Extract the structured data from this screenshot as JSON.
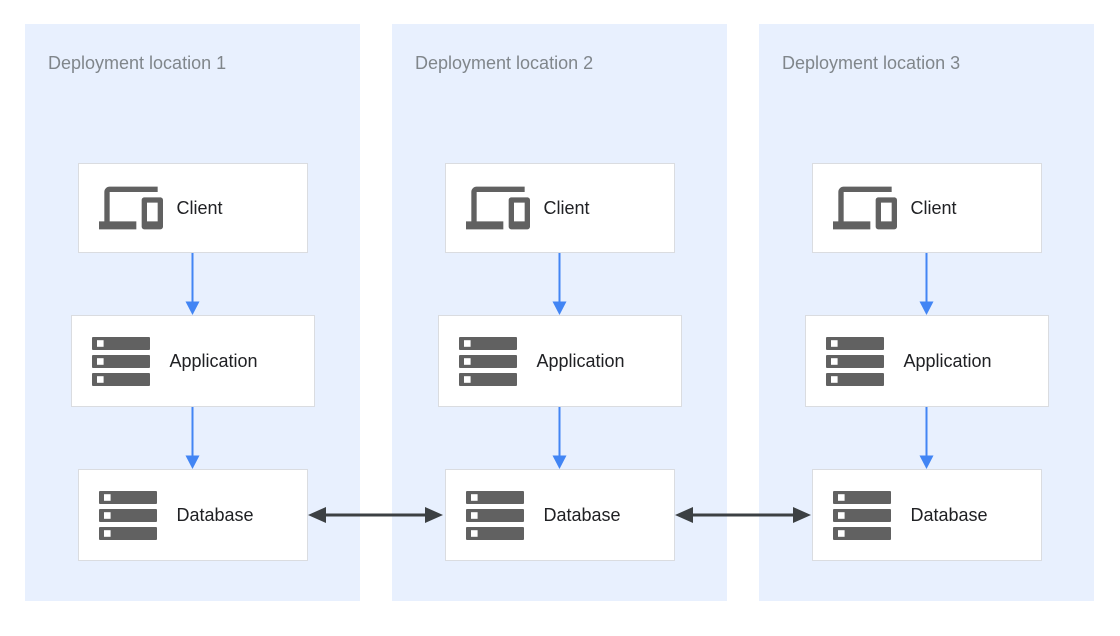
{
  "panels": [
    {
      "title": "Deployment location 1",
      "nodes": [
        {
          "label": "Client",
          "icon": "devices-icon"
        },
        {
          "label": "Application",
          "icon": "storage-icon"
        },
        {
          "label": "Database",
          "icon": "storage-icon"
        }
      ]
    },
    {
      "title": "Deployment location 2",
      "nodes": [
        {
          "label": "Client",
          "icon": "devices-icon"
        },
        {
          "label": "Application",
          "icon": "storage-icon"
        },
        {
          "label": "Database",
          "icon": "storage-icon"
        }
      ]
    },
    {
      "title": "Deployment location 3",
      "nodes": [
        {
          "label": "Client",
          "icon": "devices-icon"
        },
        {
          "label": "Application",
          "icon": "storage-icon"
        },
        {
          "label": "Database",
          "icon": "storage-icon"
        }
      ]
    }
  ],
  "connections": [
    {
      "from": "Client",
      "to": "Application",
      "panel": 1,
      "type": "flow-down"
    },
    {
      "from": "Application",
      "to": "Database",
      "panel": 1,
      "type": "flow-down"
    },
    {
      "from": "Client",
      "to": "Application",
      "panel": 2,
      "type": "flow-down"
    },
    {
      "from": "Application",
      "to": "Database",
      "panel": 2,
      "type": "flow-down"
    },
    {
      "from": "Client",
      "to": "Application",
      "panel": 3,
      "type": "flow-down"
    },
    {
      "from": "Application",
      "to": "Database",
      "panel": 3,
      "type": "flow-down"
    },
    {
      "from": "Database 1",
      "to": "Database 2",
      "type": "bidirectional"
    },
    {
      "from": "Database 2",
      "to": "Database 3",
      "type": "bidirectional"
    }
  ],
  "colors": {
    "page_bg": "#ffffff",
    "panel_bg": "#e8f0fe",
    "box_bg": "#ffffff",
    "box_border": "#dadce0",
    "icon_gray": "#616161",
    "label_text": "#202124",
    "title_text": "#80868b",
    "flow_arrow": "#4285f4",
    "db_link_arrow": "#3c4043"
  }
}
